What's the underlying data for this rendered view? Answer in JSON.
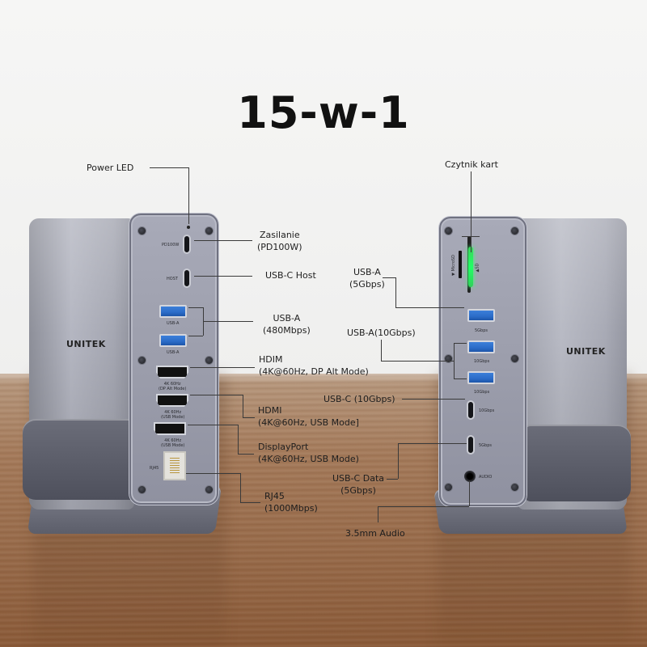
{
  "title": "15-w-1",
  "brand": "UNITEK",
  "left_device": {
    "view": "front",
    "port_labels": {
      "pd": "PD100W",
      "host": "HOST",
      "usba1": "USB-A",
      "usba2": "USB-A",
      "hdmi1_line1": "4K 60Hz",
      "hdmi1_line2": "(DP Alt Mode)",
      "hdmi2_line1": "4K 60Hz",
      "hdmi2_line2": "(USB Mode)",
      "dp_line1": "4K 60Hz",
      "dp_line2": "(USB Mode)",
      "rj45": "RJ45"
    },
    "callouts": {
      "power_led": "Power LED",
      "power_line1": "Zasilanie",
      "power_line2": "(PD100W)",
      "usbc_host": "USB-C Host",
      "usba_line1": "USB-A",
      "usba_line2": "(480Mbps)",
      "hdim_line1": "HDIM",
      "hdim_line2": "(4K@60Hz, DP Alt Mode)",
      "hdmi_line1": "HDMI",
      "hdmi_line2": "(4K@60Hz, USB Mode]",
      "dp_line1": "DisplayPort",
      "dp_line2": "(4K@60Hz, USB Mode)",
      "rj45_line1": "RJ45",
      "rj45_line2": "(1000Mbps)"
    }
  },
  "right_device": {
    "view": "back",
    "port_labels": {
      "microsd": "▼ MicroSD",
      "sd": "▲SD",
      "usba_5g": "5Gbps",
      "usba_10g_1": "10Gbps",
      "usba_10g_2": "10Gbps",
      "usbc_10g": "10Gbps",
      "usbc_5g": "5Gbps",
      "audio": "AUDIO"
    },
    "callouts": {
      "card_reader": "Czytnik kart",
      "usba5_line1": "USB-A",
      "usba5_line2": "(5Gbps)",
      "usba10": "USB-A(10Gbps)",
      "usbc10": "USB-C (10Gbps)",
      "usbc_data_line1": "USB-C Data",
      "usbc_data_line2": "(5Gbps)",
      "audio": "3.5mm Audio"
    }
  },
  "colors": {
    "wall": "#f2f2f1",
    "table": "#9a6c4a",
    "device": "#a3a5b1",
    "usb_blue": "#2e6fcb",
    "sd_led_green": "#2fe064",
    "text": "#1e1e1e"
  }
}
